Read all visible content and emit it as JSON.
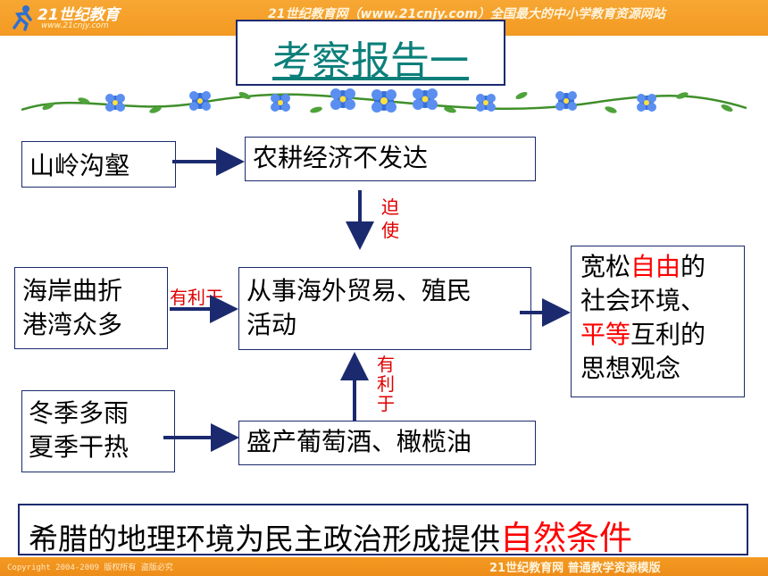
{
  "header": {
    "logo_main": "21世纪教育",
    "logo_sub": "www.21cnjy.com",
    "banner": "21世纪教育网（www.21cnjy.com）全国最大的中小学教育资源网站"
  },
  "title": "考察报告一",
  "nodes": {
    "mountains": "山岭沟壑",
    "agri": "农耕经济不发达",
    "coast_line1": "海岸曲折",
    "coast_line2": "港湾众多",
    "trade_line1": "从事海外贸易、殖民",
    "trade_line2": "活动",
    "climate_line1": "冬季多雨",
    "climate_line2": "夏季干热",
    "produce": "盛产葡萄酒、橄榄油",
    "society_1a": "宽松",
    "society_1b": "自由",
    "society_1c": "的",
    "society_2": "社会环境、",
    "society_3a": "平等",
    "society_3b": "互利的",
    "society_4": "思想观念"
  },
  "labels": {
    "forced_1": "迫",
    "forced_2": "使",
    "beneficial_horizontal": "有利于",
    "beneficial_v1": "有",
    "beneficial_v2": "利",
    "beneficial_v3": "于"
  },
  "conclusion": {
    "prefix": "希腊的地理环境为民主政治形成提供",
    "highlight": "自然条件"
  },
  "footer": {
    "copyright": "Copyright 2004-2009 版权所有 盗版必究",
    "brand": "21世纪教育网    普通教学资源模版"
  },
  "colors": {
    "header_orange": "#f39a22",
    "arrow_navy": "#1b2a6e",
    "title_teal": "#0b7f7a",
    "highlight_red": "#ff0000",
    "flower_blue": "#3a6fd8"
  }
}
